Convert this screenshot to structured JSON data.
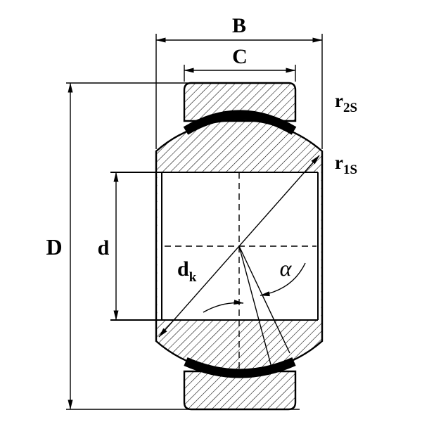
{
  "dimension_labels": {
    "outer_width": "B",
    "inner_width": "C",
    "outer_diameter": "D",
    "bore_diameter": "d",
    "sphere_main": "d",
    "sphere_sub": "k",
    "chamfer_top_main": "r",
    "chamfer_top_sub": "2S",
    "chamfer_side_main": "r",
    "chamfer_side_sub": "1S",
    "tilt_angle": "α"
  },
  "colors": {
    "line": "#000000",
    "background": "#ffffff",
    "seal_fill": "#000000",
    "section_fill": "#ffffff"
  }
}
